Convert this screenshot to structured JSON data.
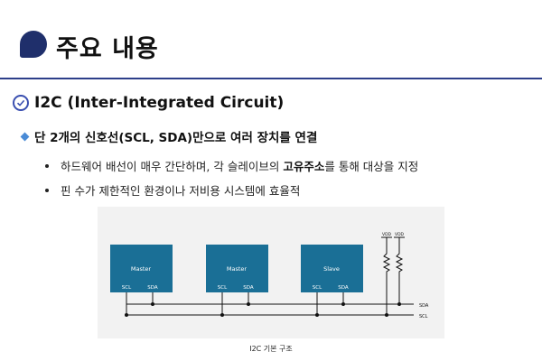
{
  "slide": {
    "title": "주요 내용",
    "section_title": "I2C (Inter-Integrated Circuit)",
    "subheading": "단 2개의 신호선(SCL, SDA)만으로 여러 장치를 연결",
    "bullets": [
      {
        "before": "하드웨어 배선이 매우 간단하며, 각 슬레이브의 ",
        "bold": "고유주소",
        "after": "를 통해 대상을 지정"
      },
      {
        "before": "핀 수가 제한적인 환경이나 저비용 시스템에 효율적",
        "bold": "",
        "after": ""
      }
    ],
    "caption": "I2C 기본 구조"
  },
  "diagram": {
    "devices": [
      {
        "name": "Master",
        "pin1": "SCL",
        "pin2": "SDA"
      },
      {
        "name": "Master",
        "pin1": "SCL",
        "pin2": "SDA"
      },
      {
        "name": "Slave",
        "pin1": "SCL",
        "pin2": "SDA"
      }
    ],
    "vdd_label": "VDD",
    "bus_sda": "SDA",
    "bus_scl": "SCL"
  },
  "colors": {
    "accent_dark": "#1f2f6b",
    "rule": "#2d3f8a",
    "device_fill": "#1a6f96",
    "diamond": "#4a8bd6"
  },
  "icons": [
    "title-shape-icon",
    "check-circle-icon",
    "diamond-bullet-icon"
  ]
}
